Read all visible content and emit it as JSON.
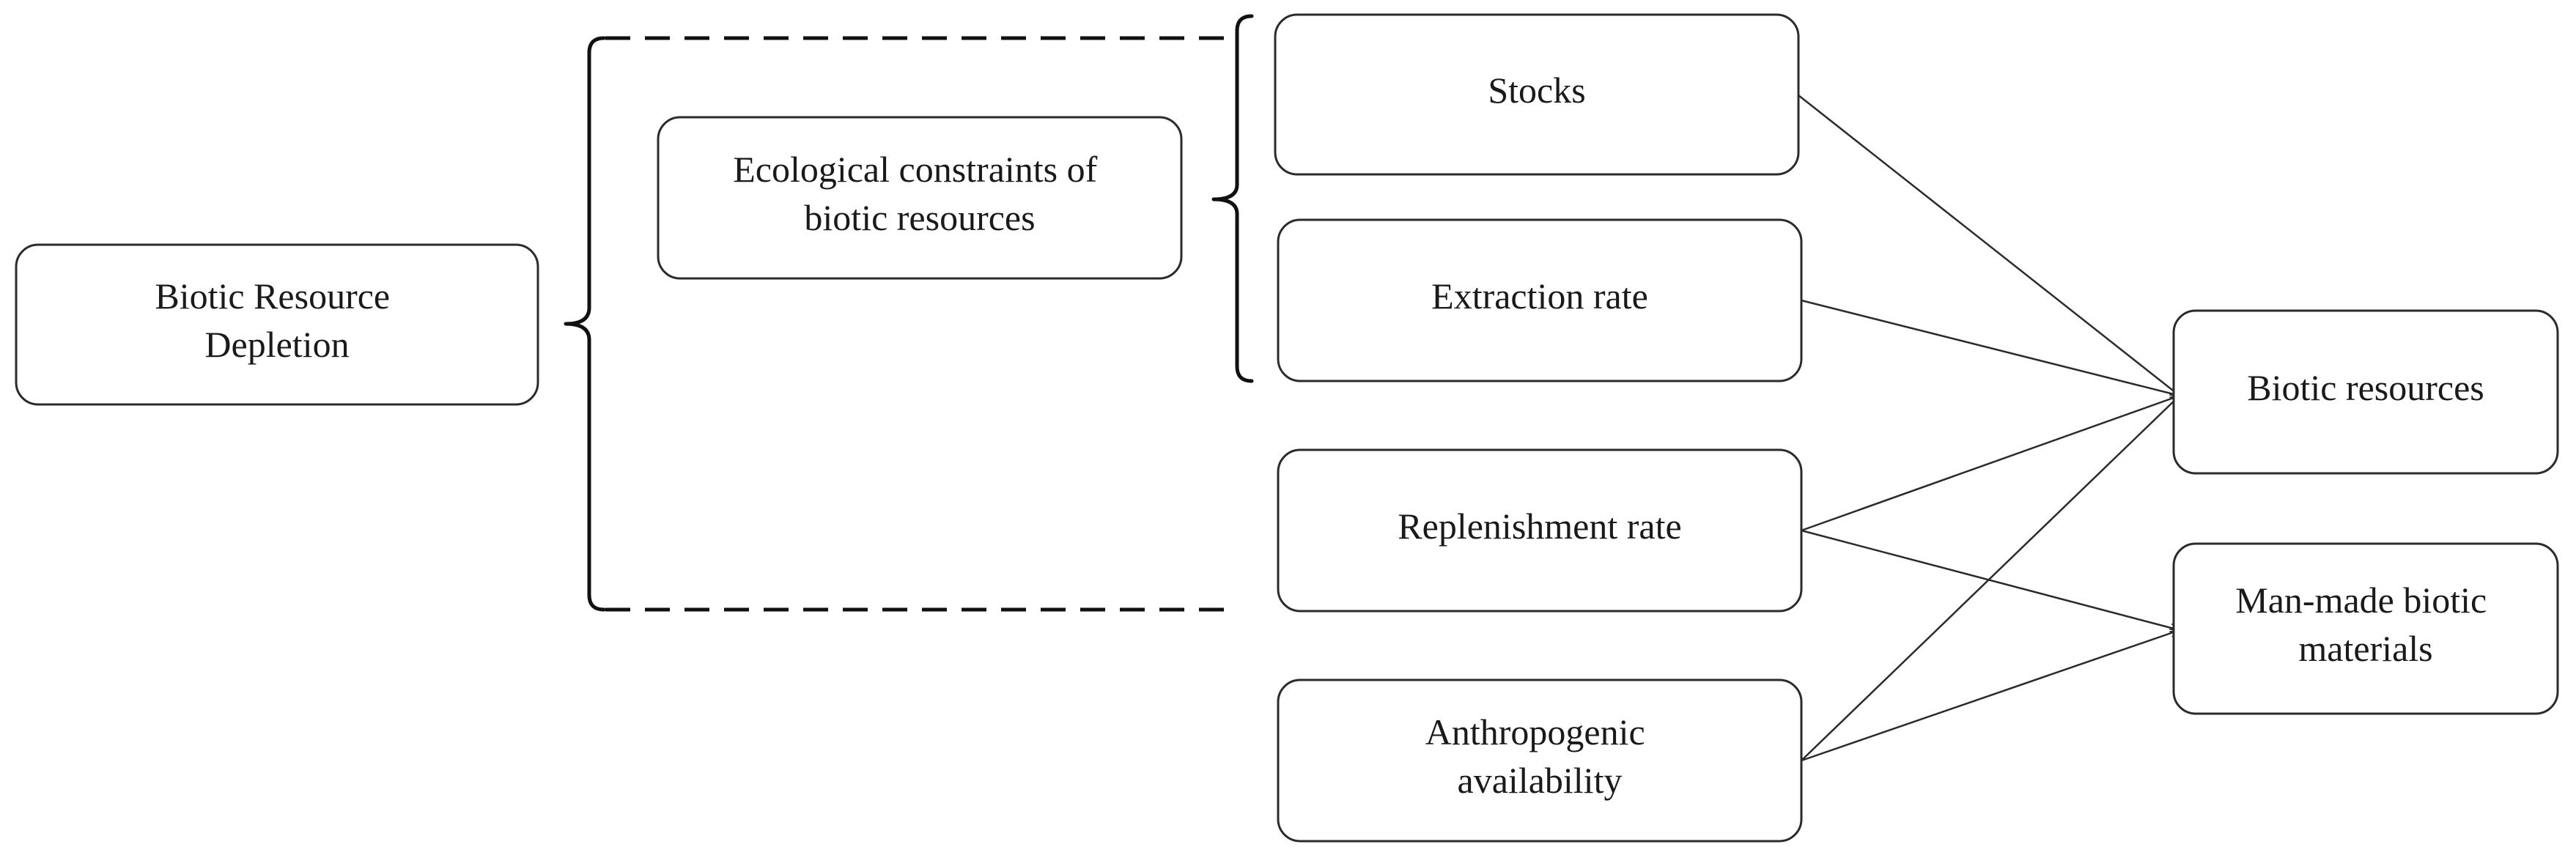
{
  "nodes": {
    "biotic_resource_depletion": [
      "Biotic Resource",
      "Depletion"
    ],
    "ecological_constraints": [
      "Ecological constraints of",
      "biotic resources"
    ],
    "stocks": [
      "Stocks"
    ],
    "extraction_rate": [
      "Extraction rate"
    ],
    "replenishment_rate": [
      "Replenishment rate"
    ],
    "anthropogenic_availability": [
      "Anthropogenic",
      "availability"
    ],
    "biotic_resources": [
      "Biotic resources"
    ],
    "man_made_biotic_materials": [
      "Man-made biotic",
      "materials"
    ]
  },
  "edges": [
    {
      "from": "stocks",
      "to": "biotic_resources"
    },
    {
      "from": "extraction_rate",
      "to": "biotic_resources"
    },
    {
      "from": "replenishment_rate",
      "to": "biotic_resources"
    },
    {
      "from": "replenishment_rate",
      "to": "man_made_biotic_materials"
    },
    {
      "from": "anthropogenic_availability",
      "to": "biotic_resources"
    },
    {
      "from": "anthropogenic_availability",
      "to": "man_made_biotic_materials"
    }
  ]
}
